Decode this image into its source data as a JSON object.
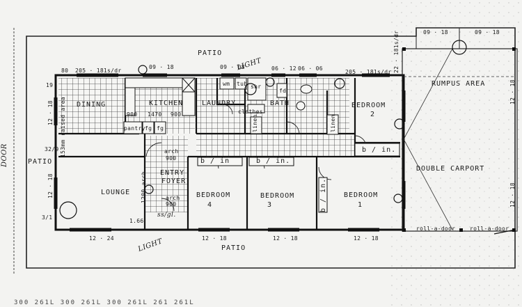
{
  "rooms": {
    "patio_top": "PATIO",
    "patio_bottom": "PATIO",
    "patio_left": "PATIO",
    "rumpus": "RUMPUS AREA",
    "double_carport": "DOUBLE CARPORT",
    "dining": "DINING",
    "kitchen": "KITCHEN",
    "laundry": "LAUNDRY",
    "bath": "BATH",
    "bedroom2": "BEDROOM",
    "bedroom2_num": "2",
    "lounge": "LOUNGE",
    "entry": "ENTRY",
    "foyer": "FOYER",
    "bedroom4": "BEDROOM",
    "bedroom4_num": "4",
    "bedroom3": "BEDROOM",
    "bedroom3_num": "3",
    "bedroom1": "BEDROOM",
    "bedroom1_num": "1"
  },
  "fixtures": {
    "pantry": "pantry",
    "fg1": "fg",
    "fg2": "fg",
    "wm": "wm",
    "tub": "tub",
    "shr": "shr",
    "clothes": "clothes",
    "linen1": "linen",
    "linen2": "linen",
    "fd": "fd",
    "bin1": "b / in.",
    "bin2": "b / in",
    "bin3": "b / in.",
    "bin4": "b / in.",
    "raised": "153mm raised area",
    "arch1": "arch",
    "arch900": "900",
    "arch2": "arch",
    "arch2_900": "900",
    "arch1200": "1200 arch",
    "roll1": "roll-a-door",
    "roll2": "roll-a-door"
  },
  "dimensions": {
    "d1": "205 · 181s/dr",
    "d2": "09 · 18",
    "d3": "09 · 08",
    "d4": "06 · 12",
    "d5": "06 · 06",
    "d6": "205 · 181s/dr",
    "d7": "22 · 181s/dr",
    "d8": "09 · 18",
    "d9": "09 · 18",
    "d10": "12 · 18",
    "d11": "12 · 18",
    "d12": "12 · 24",
    "d13": "12 · 18",
    "d14": "12 · 18",
    "d15": "12 · 18",
    "d16": "12 · 18",
    "d17": "12 · 18",
    "d18": "900",
    "d19": "1470",
    "d20": "900",
    "d21": "80",
    "d22": "19",
    "d23": "1.66",
    "d24": "32/9",
    "d25": "3/1"
  },
  "handwritten": {
    "light1": "LIGHT",
    "light2": "LIGHT",
    "door": "DOOR",
    "ssgl": "ss/gl."
  },
  "footer": "300  261L   300  261L   300  261L   261  261L"
}
